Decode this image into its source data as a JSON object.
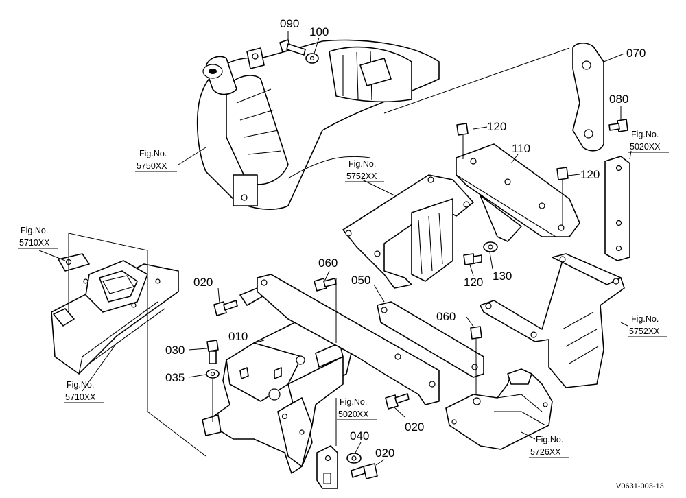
{
  "part_labels": {
    "p010": "010",
    "p020a": "020",
    "p020b": "020",
    "p020c": "020",
    "p030": "030",
    "p035": "035",
    "p040": "040",
    "p050": "050",
    "p060a": "060",
    "p060b": "060",
    "p070": "070",
    "p080": "080",
    "p090": "090",
    "p100": "100",
    "p110": "110",
    "p120a": "120",
    "p120b": "120",
    "p120c": "120",
    "p130": "130"
  },
  "figure_refs": {
    "fig_prefix": "Fig.No.",
    "r5750": "5750XX",
    "r5752a": "5752XX",
    "r5752b": "5752XX",
    "r5710a": "5710XX",
    "r5710b": "5710XX",
    "r5020a": "5020XX",
    "r5020b": "5020XX",
    "r5726": "5726XX"
  },
  "drawing_number": "V0631-003-13"
}
